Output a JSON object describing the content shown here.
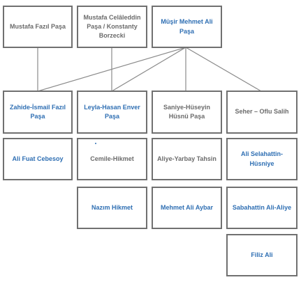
{
  "boxes": {
    "mustafa_fazil": "Mustafa Fazıl Paşa",
    "mustafa_celaleddin": "Mustafa Celâleddin Paşa / Konstanty Borzecki",
    "musir_mehmet_ali": "Müşir Mehmet Ali Paşa",
    "zahide_ismail": "Zahide-İsmail Fazıl Paşa",
    "leyla_hasan": "Leyla-Hasan Enver Paşa",
    "saniye_huseyin": "Saniye-Hüseyin Hüsnü Paşa",
    "seher_oflu": "Seher – Oflu Salih",
    "ali_fuat": "Ali Fuat Cebesoy",
    "cemile_hikmet": "Cemile-Hikmet",
    "aliye_yarbay": "Aliye-Yarbay Tahsin",
    "ali_selahattin": "Ali Selahattin-Hüsniye",
    "nazim_hikmet": "Nazım Hikmet",
    "mehmet_ali_aybar": "Mehmet Ali Aybar",
    "sabahattin_ali": "Sabahattin Ali-Aliye",
    "filiz_ali": "Filiz Ali"
  }
}
